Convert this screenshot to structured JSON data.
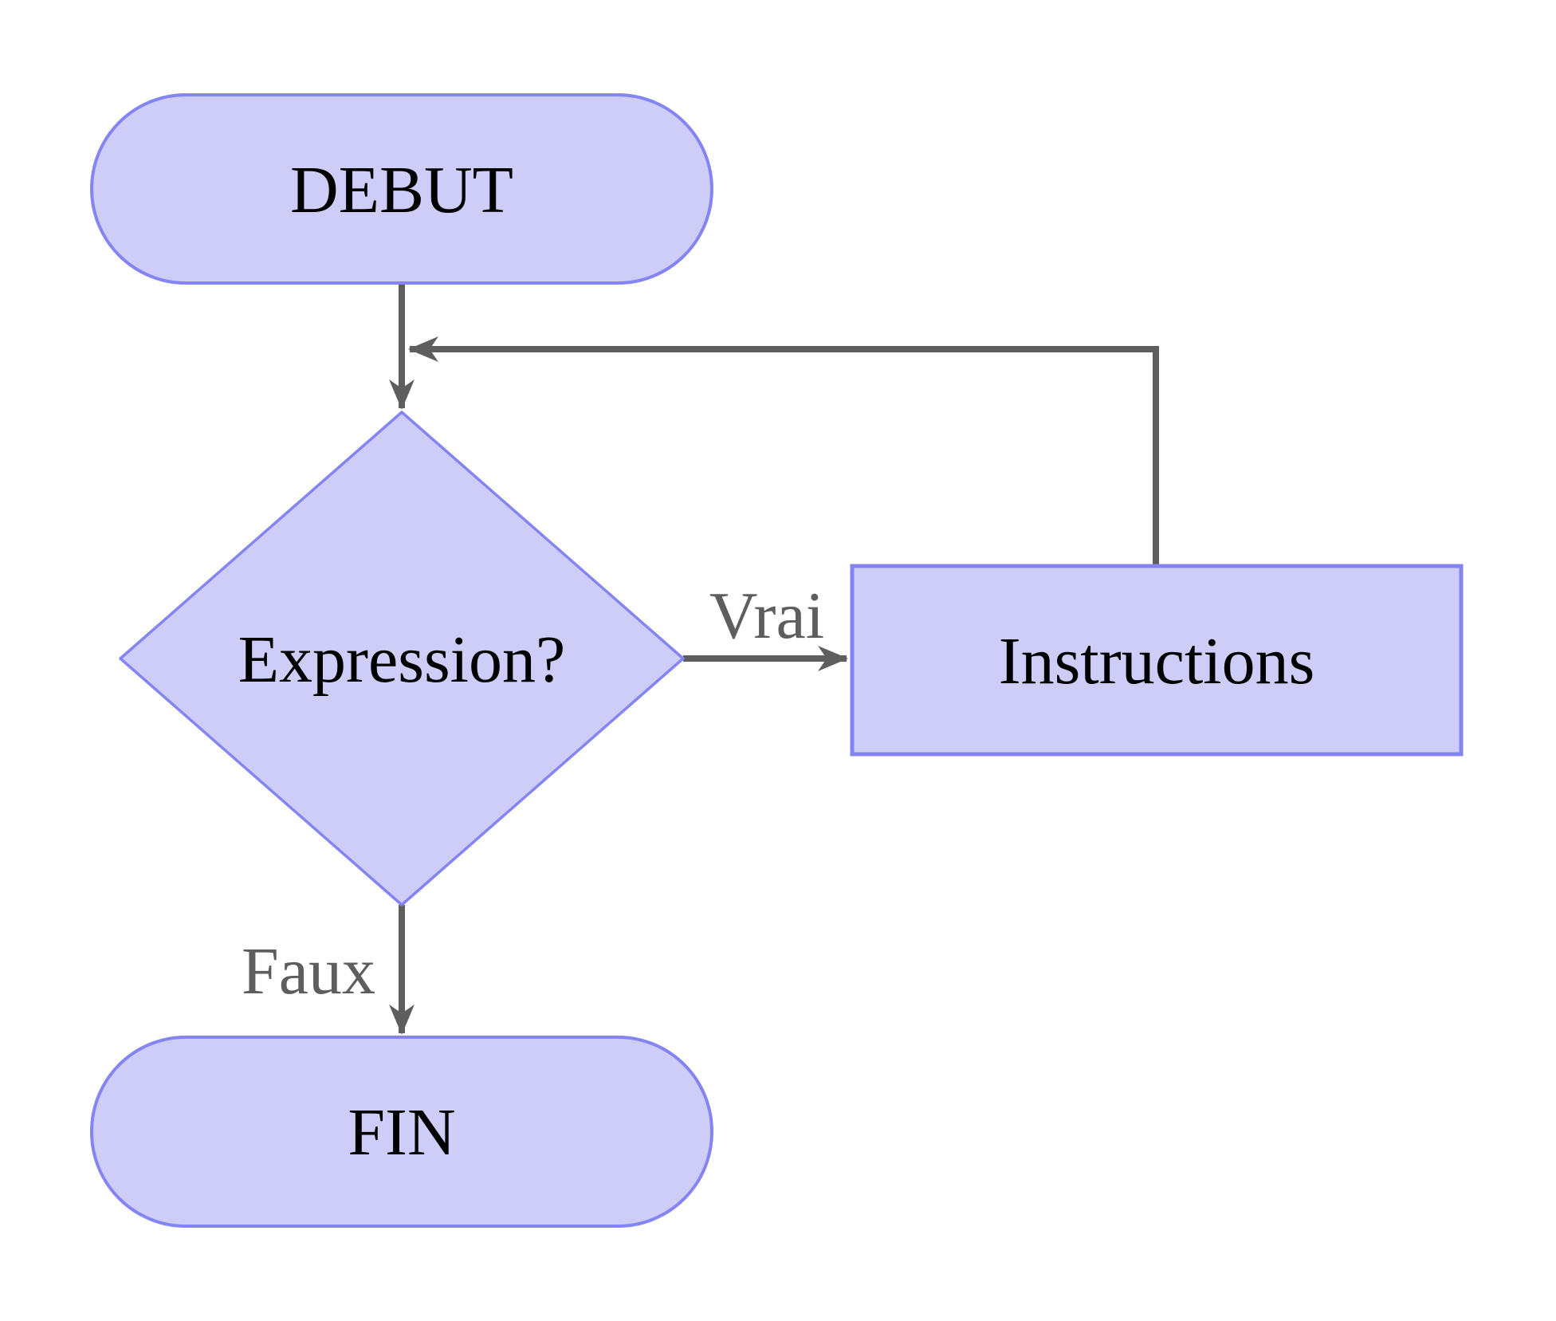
{
  "flowchart": {
    "nodes": {
      "start": {
        "label": "DEBUT",
        "type": "terminator"
      },
      "decision": {
        "label": "Expression?",
        "type": "decision"
      },
      "process": {
        "label": "Instructions",
        "type": "process"
      },
      "end": {
        "label": "FIN",
        "type": "terminator"
      }
    },
    "edges": {
      "true_branch": {
        "label": "Vrai"
      },
      "false_branch": {
        "label": "Faux"
      }
    },
    "colors": {
      "node_fill": "#CDCDF8",
      "node_border": "#8484F2",
      "arrow": "#5E5E5E",
      "edge_label": "#5E5E5E",
      "node_text": "#000000",
      "background": "#FFFFFF"
    }
  }
}
